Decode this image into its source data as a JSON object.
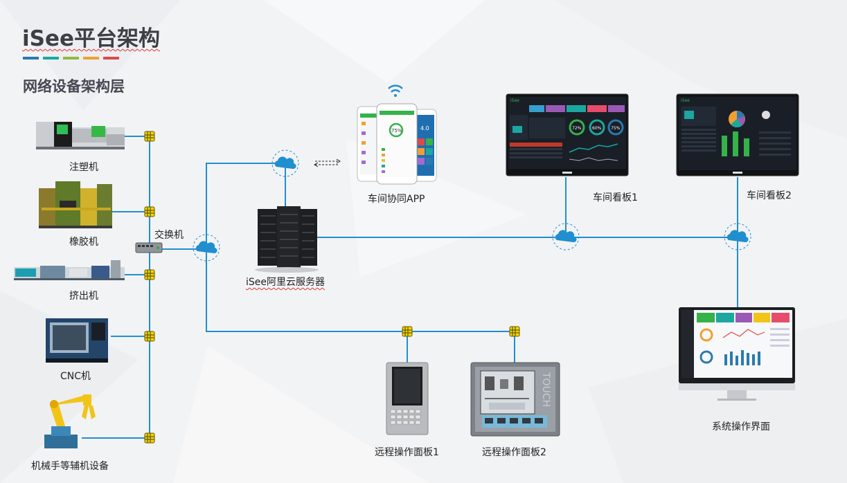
{
  "header": {
    "title": "iSee平台架构",
    "subtitle": "网络设备架构层",
    "accent_colors": [
      "#2a7ab0",
      "#1ca7a0",
      "#8cbd3c",
      "#f0a030",
      "#e04848"
    ]
  },
  "colors": {
    "line": "#1f8fcf",
    "cloud": "#1f8fcf",
    "connector": "#f2d400"
  },
  "machines": [
    {
      "label": "注塑机"
    },
    {
      "label": "橡胶机"
    },
    {
      "label": "挤出机"
    },
    {
      "label": "CNC机"
    },
    {
      "label": "机械手等辅机设备"
    }
  ],
  "switch": {
    "label": "交换机"
  },
  "server": {
    "label": "iSee阿里云服务器"
  },
  "app": {
    "label": "车间协同APP"
  },
  "boards": [
    {
      "label": "车间看板1"
    },
    {
      "label": "车间看板2"
    }
  ],
  "panels": [
    {
      "label": "远程操作面板1"
    },
    {
      "label": "远程操作面板2"
    }
  ],
  "system_ui": {
    "label": "系统操作界面"
  },
  "screen_text": {
    "phone_brand": "4.0",
    "phone_percent": "75%",
    "board1_brand": "iSee",
    "board1_gauges": [
      "72%",
      "60%",
      "75%"
    ],
    "board2_brand": "iSee",
    "panel2_brand": "TOUCH"
  }
}
